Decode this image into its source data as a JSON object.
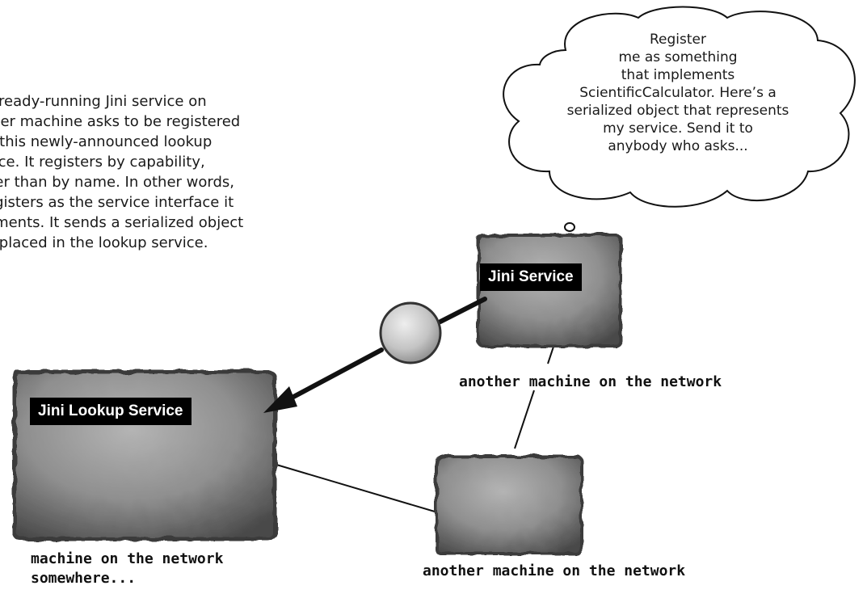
{
  "description_text": [
    "already-running Jini service on",
    "ther machine asks to be registered",
    "h this newly-announced lookup",
    "vice. It registers by capability,",
    "ner than by name. In other words,",
    "egisters as the service interface it",
    "ements. It sends a serialized object",
    "e placed in the lookup service."
  ],
  "thought_bubble": {
    "lines": [
      "Register",
      "me as something",
      "that implements",
      "ScientificCalculator. Here’s a",
      "serialized object that represents",
      "my service. Send it to",
      "anybody who asks..."
    ]
  },
  "labels": {
    "jini_service": "Jini Service",
    "jini_lookup_service": "Jini Lookup Service"
  },
  "captions": {
    "another_machine_top": "another machine on the network",
    "machine_somewhere": "machine on the network\nsomewhere...",
    "another_machine_bottom": "another machine on the network"
  },
  "colors": {
    "box_fill": "#8f8f8f",
    "box_edge": "#3a3a3a",
    "tag_background": "#000000",
    "tag_text": "#ffffff",
    "sphere": "#c4c4c4"
  }
}
